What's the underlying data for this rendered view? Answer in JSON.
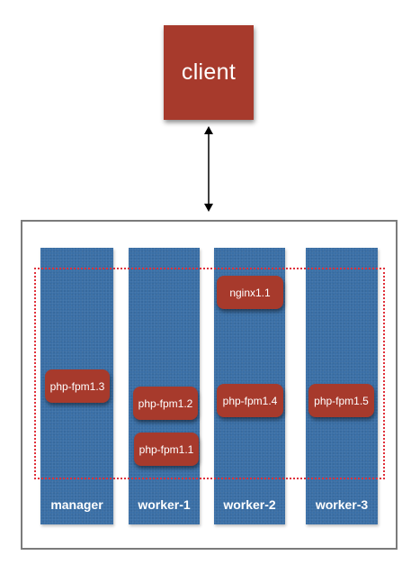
{
  "client": {
    "label": "client"
  },
  "nodes": [
    {
      "label": "manager"
    },
    {
      "label": "worker-1"
    },
    {
      "label": "worker-2"
    },
    {
      "label": "worker-3"
    }
  ],
  "containers": {
    "php_fpm1_3": "php-fpm1.3",
    "php_fpm1_2": "php-fpm1.2",
    "php_fpm1_1": "php-fpm1.1",
    "nginx1_1": "nginx1.1",
    "php_fpm1_4": "php-fpm1.4",
    "php_fpm1_5": "php-fpm1.5"
  },
  "colors": {
    "client_box": "#a73a2c",
    "container_pill": "#a73a2c",
    "node_column": "#3a6fa6",
    "cluster_border": "#7b7b7b",
    "overlay_dotted": "#e0303a"
  }
}
